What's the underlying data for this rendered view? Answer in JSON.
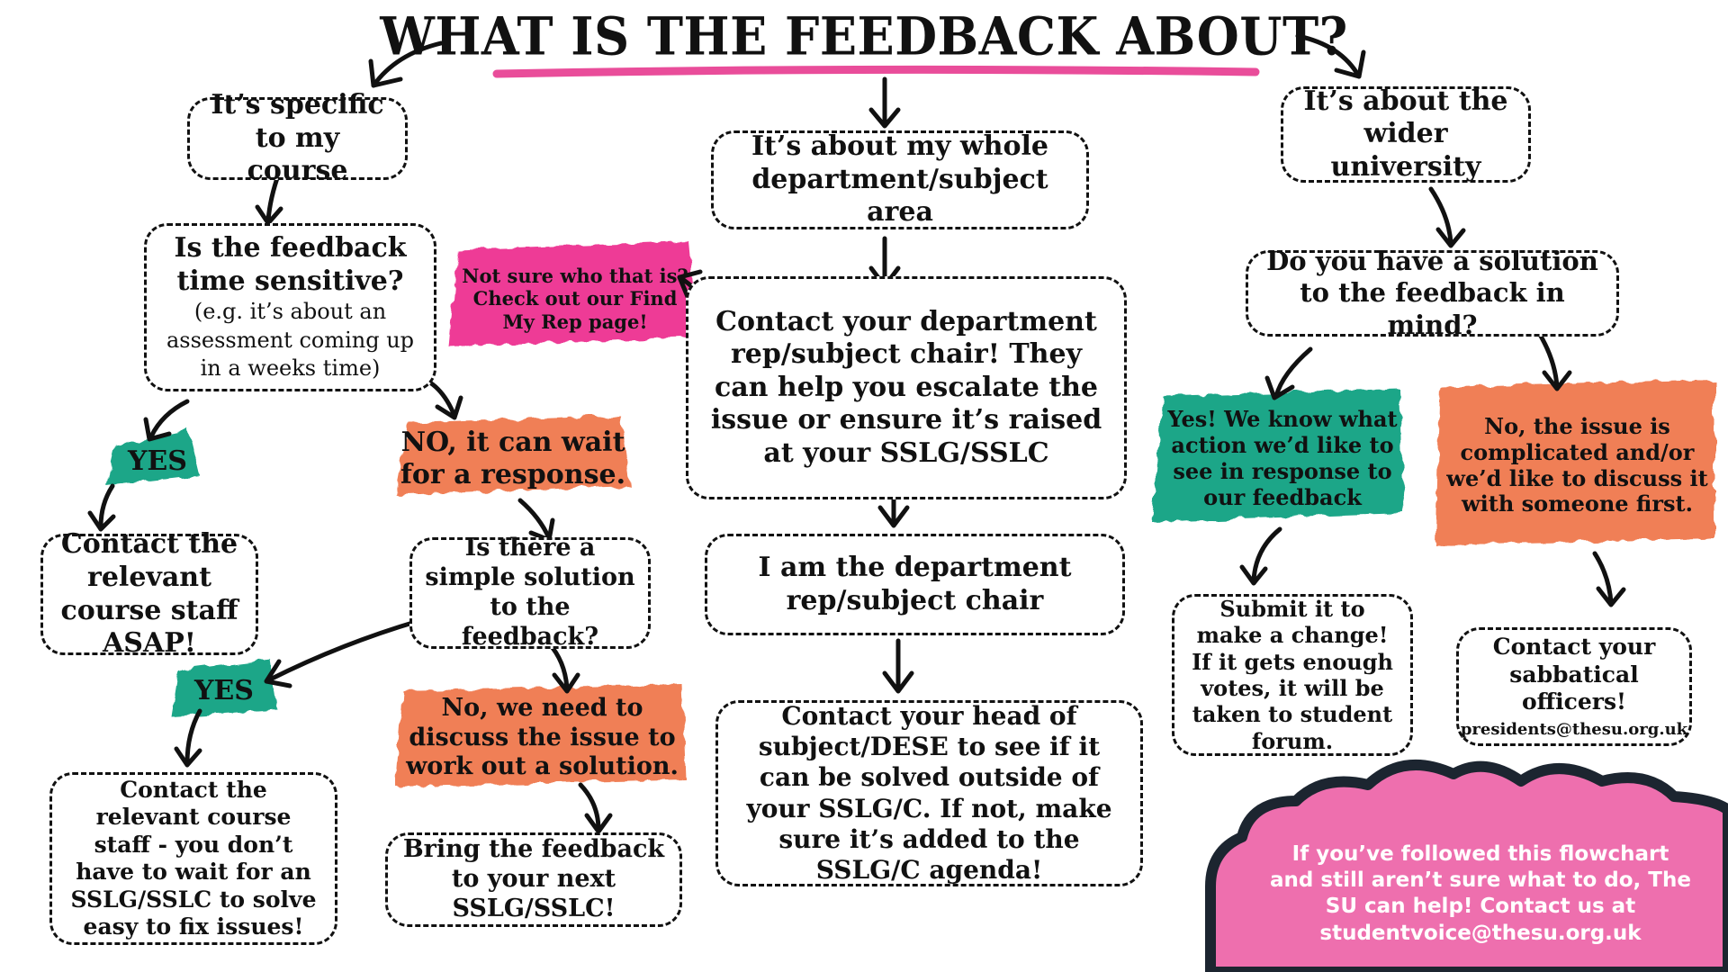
{
  "title": "WHAT IS THE FEEDBACK ABOUT?",
  "colors": {
    "ink": "#111111",
    "pink_underline": "#e94d9a",
    "teal": "#1aa688",
    "orange": "#f07f57",
    "pink": "#ee3b96",
    "cloud_pink": "#ee6fae",
    "cloud_border": "#1c2530"
  },
  "boxes": {
    "specific_course": "It’s specific to my course",
    "time_sensitive_title": "Is the feedback time sensitive?",
    "time_sensitive_note": "(e.g. it’s about an assessment coming up in a weeks time)",
    "contact_staff_asap": "Contact the relevant course staff ASAP!",
    "simple_solution": "Is there a simple solution to the feedback?",
    "contact_staff_no_wait": "Contact the relevant course staff - you don’t have to wait for an SSLG/SSLC to solve easy to fix issues!",
    "bring_to_sslg": "Bring the feedback to your next SSLG/SSLC!",
    "whole_department": "It’s about my whole department/subject area",
    "contact_rep": "Contact your department rep/subject chair! They can help you escalate the issue or ensure it’s raised at your SSLG/SSLC",
    "i_am_rep": "I am the department rep/subject chair",
    "contact_head": "Contact your head of subject/DESE to see if it can be solved outside of your SSLG/C. If not, make sure it’s added to the SSLG/C agenda!",
    "wider_university": "It’s about the wider university",
    "have_solution": "Do you have a solution to the feedback in mind?",
    "submit_change": "Submit it to make a change! If it gets enough votes, it will be taken to student forum.",
    "contact_sabbs_title": "Contact your sabbatical officers!",
    "contact_sabbs_email": "presidents@thesu.org.uk"
  },
  "labels": {
    "yes_1": "YES",
    "no_wait": "NO, it can wait for a response.",
    "yes_2": "YES",
    "no_discuss": "No, we need to discuss the issue to work out a solution.",
    "find_rep": "Not sure who that is? Check out our Find My Rep page!",
    "yes_action": "Yes! We know what action we’d like to see in response to our feedback",
    "no_complicated": "No, the issue is complicated and/or we’d like to discuss it with someone first."
  },
  "cloud": {
    "text": "If you’ve followed this flowchart and still aren’t sure what to do, The SU can help! Contact us at studentvoice@thesu.org.uk"
  }
}
